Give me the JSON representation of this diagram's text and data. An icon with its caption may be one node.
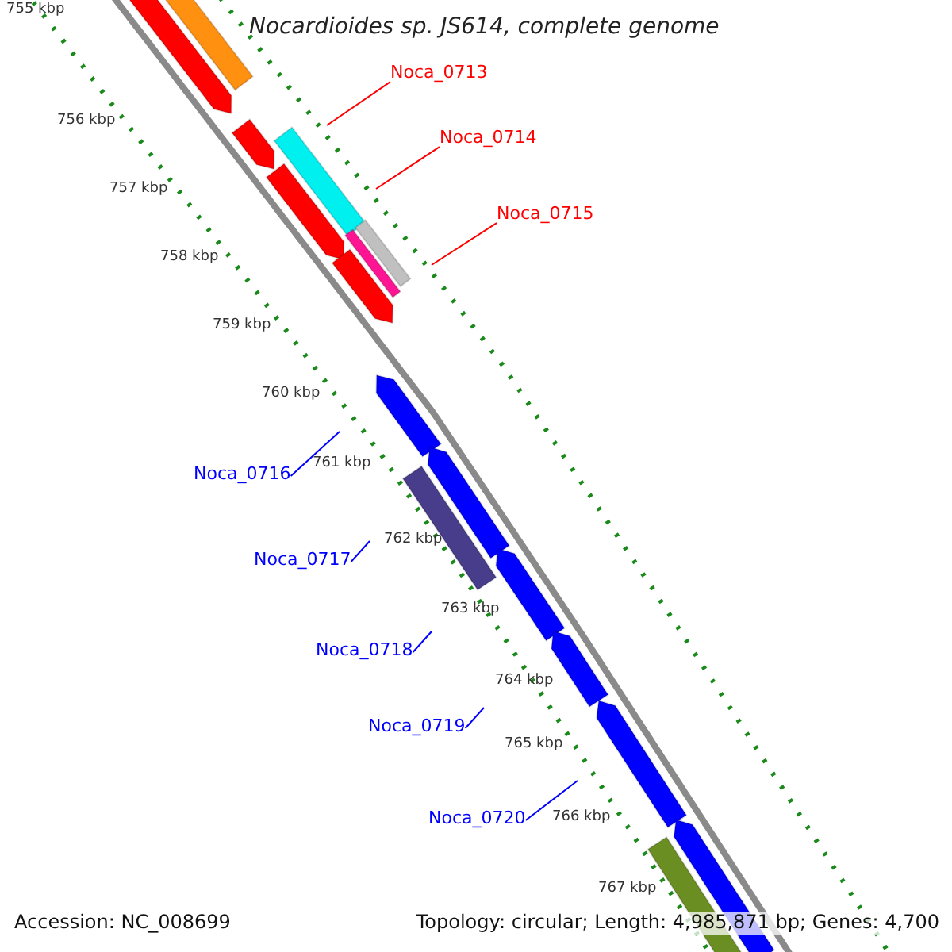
{
  "diagram": {
    "title": "Nocardioides sp. JS614, complete genome",
    "nodes": [
      {
        "text": [
          "Noca_0713"
        ]
      },
      {
        "text": [
          "Noca_0714"
        ]
      },
      {
        "text": [
          "Noca_0715"
        ]
      },
      {
        "text": [
          "Noca_0716"
        ]
      },
      {
        "text": [
          "Noca_0717"
        ]
      },
      {
        "text": [
          "Noca_0718"
        ]
      },
      {
        "text": [
          "Noca_0719"
        ]
      },
      {
        "text": [
          "Noca_0720"
        ]
      }
    ],
    "edges": [
      {
        "from": 0,
        "to": null,
        "arrow": "none",
        "color": "#ff0000"
      },
      {
        "from": 1,
        "to": null,
        "arrow": "none",
        "color": "#ff0000"
      },
      {
        "from": 2,
        "to": null,
        "arrow": "none",
        "color": "#ff0000"
      },
      {
        "from": 3,
        "to": null,
        "arrow": "none"
      },
      {
        "from": 4,
        "to": null,
        "arrow": "none"
      },
      {
        "from": 5,
        "to": null,
        "arrow": "none"
      },
      {
        "from": 6,
        "to": null,
        "arrow": "none"
      },
      {
        "from": 7,
        "to": null,
        "arrow": "none"
      }
    ],
    "labels": [
      "755 kbp",
      "756 kbp",
      "757 kbp",
      "758 kbp",
      "759 kbp",
      "760 kbp",
      "761 kbp",
      "762 kbp",
      "763 kbp",
      "764 kbp",
      "765 kbp",
      "766 kbp",
      "767 kbp",
      "Accession: NC_008699",
      "Topology: circular; Length: 4,985,871 bp; Genes: 4,700"
    ]
  }
}
